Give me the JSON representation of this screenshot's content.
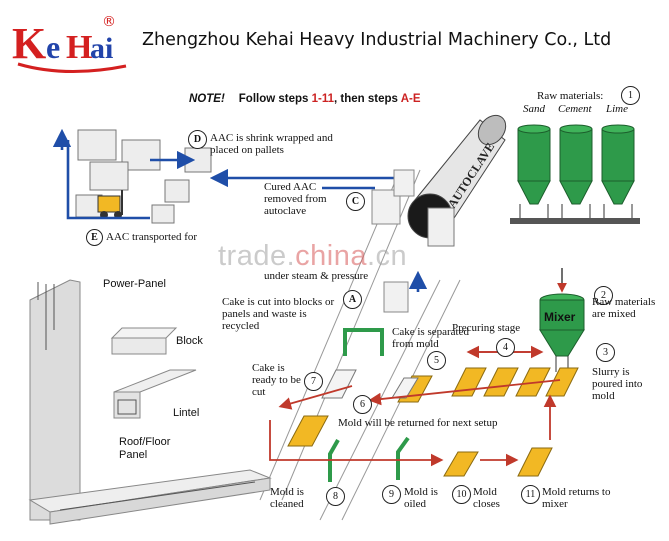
{
  "header": {
    "logo_letters": [
      "K",
      "e",
      "H",
      "ai"
    ],
    "registered_mark": "®",
    "company_name": "Zhengzhou Kehai Heavy Industrial Machinery Co., Ltd"
  },
  "note": {
    "label": "NOTE!",
    "text_before": "Follow steps ",
    "steps_numeric": "1-11",
    "text_middle": ", then steps ",
    "steps_alpha": "A-E"
  },
  "watermark": {
    "part1": "trade.",
    "part2": "china",
    "part3": ".cn"
  },
  "steps": {
    "s1": {
      "num": "1",
      "text": "Raw materials:",
      "items": [
        "Sand",
        "Cement",
        "Lime"
      ]
    },
    "s2": {
      "num": "2",
      "text": "Raw materials are mixed"
    },
    "s3": {
      "num": "3",
      "text": "Slurry is poured into mold"
    },
    "s4": {
      "num": "4",
      "text": "Precuring stage"
    },
    "s5": {
      "num": "5",
      "text": "Cake is separated from mold"
    },
    "s6": {
      "num": "6",
      "text": "Mold will be returned for next setup"
    },
    "s7": {
      "num": "7",
      "text": "Cake is ready to be cut"
    },
    "s8": {
      "num": "8",
      "text": "Mold is cleaned"
    },
    "s9": {
      "num": "9",
      "text": "Mold is oiled"
    },
    "s10": {
      "num": "10",
      "text": "Mold closes"
    },
    "s11": {
      "num": "11",
      "text": "Mold returns to mixer"
    },
    "sA": {
      "num": "A",
      "text": "Cake is cut into blocks or panels and waste is recycled"
    },
    "sB_partial": "under steam & pressure",
    "sC": {
      "num": "C",
      "text": "Cured AAC removed from autoclave"
    },
    "sD": {
      "num": "D",
      "text": "AAC is shrink wrapped and placed on pallets"
    },
    "sE": {
      "num": "E",
      "text": "AAC transported for"
    }
  },
  "equipment": {
    "autoclave": "AUTOCLAVE",
    "mixer": "Mixer"
  },
  "products": {
    "power_panel": "Power-Panel",
    "block": "Block",
    "lintel": "Lintel",
    "roof_floor": "Roof/Floor Panel"
  },
  "colors": {
    "silo_green": "#2e9a4a",
    "mold_yellow": "#f2b824",
    "arrow_blue": "#1f4ea8",
    "logo_red": "#d42020",
    "logo_blue": "#2244aa"
  }
}
